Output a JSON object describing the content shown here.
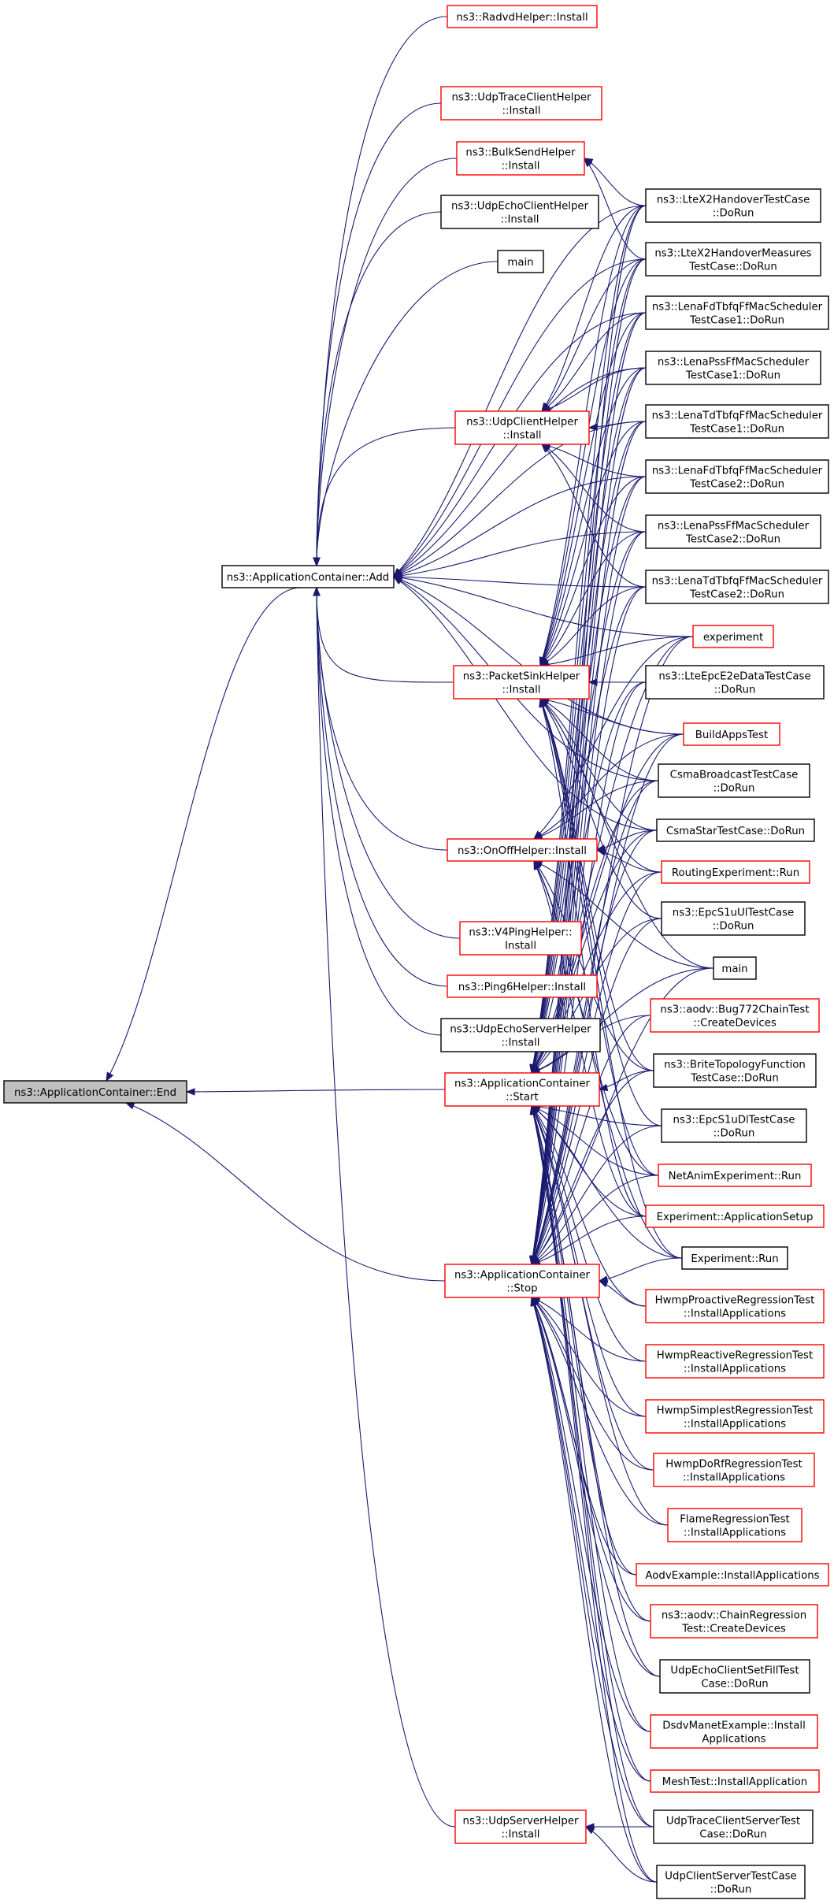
{
  "nodes": [
    {
      "id": "end",
      "lines": [
        "ns3::ApplicationContainer::End"
      ],
      "style": "root"
    },
    {
      "id": "add",
      "lines": [
        "ns3::ApplicationContainer::Add"
      ],
      "style": "black"
    },
    {
      "id": "start",
      "lines": [
        "ns3::ApplicationContainer",
        "::Start"
      ],
      "style": "red"
    },
    {
      "id": "stop",
      "lines": [
        "ns3::ApplicationContainer",
        "::Stop"
      ],
      "style": "red"
    },
    {
      "id": "radvd",
      "lines": [
        "ns3::RadvdHelper::Install"
      ],
      "style": "red"
    },
    {
      "id": "udptrace",
      "lines": [
        "ns3::UdpTraceClientHelper",
        "::Install"
      ],
      "style": "red"
    },
    {
      "id": "bulk",
      "lines": [
        "ns3::BulkSendHelper",
        "::Install"
      ],
      "style": "red"
    },
    {
      "id": "udpechoclient",
      "lines": [
        "ns3::UdpEchoClientHelper",
        "::Install"
      ],
      "style": "black"
    },
    {
      "id": "main1",
      "lines": [
        "main"
      ],
      "style": "black"
    },
    {
      "id": "udpclient",
      "lines": [
        "ns3::UdpClientHelper",
        "::Install"
      ],
      "style": "red"
    },
    {
      "id": "packetsink",
      "lines": [
        "ns3::PacketSinkHelper",
        "::Install"
      ],
      "style": "red"
    },
    {
      "id": "onoff",
      "lines": [
        "ns3::OnOffHelper::Install"
      ],
      "style": "red"
    },
    {
      "id": "v4ping",
      "lines": [
        "ns3::V4PingHelper::",
        "Install"
      ],
      "style": "red"
    },
    {
      "id": "ping6",
      "lines": [
        "ns3::Ping6Helper::Install"
      ],
      "style": "red"
    },
    {
      "id": "udpechoserver",
      "lines": [
        "ns3::UdpEchoServerHelper",
        "::Install"
      ],
      "style": "black"
    },
    {
      "id": "udpserver",
      "lines": [
        "ns3::UdpServerHelper",
        "::Install"
      ],
      "style": "red"
    },
    {
      "id": "ltex2",
      "lines": [
        "ns3::LteX2HandoverTestCase",
        "::DoRun"
      ],
      "style": "black"
    },
    {
      "id": "ltex2m",
      "lines": [
        "ns3::LteX2HandoverMeasures",
        "TestCase::DoRun"
      ],
      "style": "black"
    },
    {
      "id": "lenafd1",
      "lines": [
        "ns3::LenaFdTbfqFfMacScheduler",
        "TestCase1::DoRun"
      ],
      "style": "black"
    },
    {
      "id": "lenapss1",
      "lines": [
        "ns3::LenaPssFfMacScheduler",
        "TestCase1::DoRun"
      ],
      "style": "black"
    },
    {
      "id": "lenatd1",
      "lines": [
        "ns3::LenaTdTbfqFfMacScheduler",
        "TestCase1::DoRun"
      ],
      "style": "black"
    },
    {
      "id": "lenafd2",
      "lines": [
        "ns3::LenaFdTbfqFfMacScheduler",
        "TestCase2::DoRun"
      ],
      "style": "black"
    },
    {
      "id": "lenapss2",
      "lines": [
        "ns3::LenaPssFfMacScheduler",
        "TestCase2::DoRun"
      ],
      "style": "black"
    },
    {
      "id": "lenatd2",
      "lines": [
        "ns3::LenaTdTbfqFfMacScheduler",
        "TestCase2::DoRun"
      ],
      "style": "black"
    },
    {
      "id": "experiment",
      "lines": [
        "experiment"
      ],
      "style": "red"
    },
    {
      "id": "lteepc",
      "lines": [
        "ns3::LteEpcE2eDataTestCase",
        "::DoRun"
      ],
      "style": "black"
    },
    {
      "id": "buildapps",
      "lines": [
        "BuildAppsTest"
      ],
      "style": "red"
    },
    {
      "id": "csmabcast",
      "lines": [
        "CsmaBroadcastTestCase",
        "::DoRun"
      ],
      "style": "black"
    },
    {
      "id": "csmastar",
      "lines": [
        "CsmaStarTestCase::DoRun"
      ],
      "style": "black"
    },
    {
      "id": "routing",
      "lines": [
        "RoutingExperiment::Run"
      ],
      "style": "red"
    },
    {
      "id": "epcul",
      "lines": [
        "ns3::EpcS1uUlTestCase",
        "::DoRun"
      ],
      "style": "black"
    },
    {
      "id": "main2",
      "lines": [
        "main"
      ],
      "style": "black"
    },
    {
      "id": "bug772",
      "lines": [
        "ns3::aodv::Bug772ChainTest",
        "::CreateDevices"
      ],
      "style": "red"
    },
    {
      "id": "brite",
      "lines": [
        "ns3::BriteTopologyFunction",
        "TestCase::DoRun"
      ],
      "style": "black"
    },
    {
      "id": "epcdl",
      "lines": [
        "ns3::EpcS1uDlTestCase",
        "::DoRun"
      ],
      "style": "black"
    },
    {
      "id": "netanim",
      "lines": [
        "NetAnimExperiment::Run"
      ],
      "style": "red"
    },
    {
      "id": "expsetup",
      "lines": [
        "Experiment::ApplicationSetup"
      ],
      "style": "red"
    },
    {
      "id": "exprun",
      "lines": [
        "Experiment::Run"
      ],
      "style": "black"
    },
    {
      "id": "hwmpproact",
      "lines": [
        "HwmpProactiveRegressionTest",
        "::InstallApplications"
      ],
      "style": "red"
    },
    {
      "id": "hwmpreact",
      "lines": [
        "HwmpReactiveRegressionTest",
        "::InstallApplications"
      ],
      "style": "red"
    },
    {
      "id": "hwmpsimple",
      "lines": [
        "HwmpSimplestRegressionTest",
        "::InstallApplications"
      ],
      "style": "red"
    },
    {
      "id": "hwmpdorf",
      "lines": [
        "HwmpDoRfRegressionTest",
        "::InstallApplications"
      ],
      "style": "red"
    },
    {
      "id": "flame",
      "lines": [
        "FlameRegressionTest",
        "::InstallApplications"
      ],
      "style": "red"
    },
    {
      "id": "aodvex",
      "lines": [
        "AodvExample::InstallApplications"
      ],
      "style": "red"
    },
    {
      "id": "aodvchain",
      "lines": [
        "ns3::aodv::ChainRegression",
        "Test::CreateDevices"
      ],
      "style": "red"
    },
    {
      "id": "udpechofill",
      "lines": [
        "UdpEchoClientSetFillTest",
        "Case::DoRun"
      ],
      "style": "black"
    },
    {
      "id": "dsdv",
      "lines": [
        "DsdvManetExample::Install",
        "Applications"
      ],
      "style": "red"
    },
    {
      "id": "meshtest",
      "lines": [
        "MeshTest::InstallApplication"
      ],
      "style": "red"
    },
    {
      "id": "udptracecs",
      "lines": [
        "UdpTraceClientServerTest",
        "Case::DoRun"
      ],
      "style": "black"
    },
    {
      "id": "udpclientcs",
      "lines": [
        "UdpClientServerTestCase",
        "::DoRun"
      ],
      "style": "black"
    }
  ],
  "edges": [
    [
      "add",
      "end"
    ],
    [
      "start",
      "end"
    ],
    [
      "stop",
      "end"
    ],
    [
      "radvd",
      "add"
    ],
    [
      "udptrace",
      "add"
    ],
    [
      "bulk",
      "add"
    ],
    [
      "udpechoclient",
      "add"
    ],
    [
      "main1",
      "add"
    ],
    [
      "udpclient",
      "add"
    ],
    [
      "packetsink",
      "add"
    ],
    [
      "onoff",
      "add"
    ],
    [
      "v4ping",
      "add"
    ],
    [
      "ping6",
      "add"
    ],
    [
      "udpechoserver",
      "add"
    ],
    [
      "udpserver",
      "add"
    ],
    [
      "ltex2",
      "add"
    ],
    [
      "ltex2m",
      "add"
    ],
    [
      "lenafd1",
      "add"
    ],
    [
      "lenapss1",
      "add"
    ],
    [
      "lenatd1",
      "add"
    ],
    [
      "lenafd2",
      "add"
    ],
    [
      "lenapss2",
      "add"
    ],
    [
      "lenatd2",
      "add"
    ],
    [
      "experiment",
      "add"
    ],
    [
      "buildapps",
      "add"
    ],
    [
      "csmabcast",
      "add"
    ],
    [
      "csmastar",
      "add"
    ],
    [
      "ltex2",
      "bulk"
    ],
    [
      "ltex2m",
      "bulk"
    ],
    [
      "ltex2",
      "udpclient"
    ],
    [
      "ltex2m",
      "udpclient"
    ],
    [
      "lenafd1",
      "udpclient"
    ],
    [
      "lenapss1",
      "udpclient"
    ],
    [
      "lenatd1",
      "udpclient"
    ],
    [
      "lenafd2",
      "udpclient"
    ],
    [
      "lenapss2",
      "udpclient"
    ],
    [
      "lenatd2",
      "udpclient"
    ],
    [
      "ltex2",
      "packetsink"
    ],
    [
      "ltex2m",
      "packetsink"
    ],
    [
      "lenafd1",
      "packetsink"
    ],
    [
      "lenapss1",
      "packetsink"
    ],
    [
      "lenatd1",
      "packetsink"
    ],
    [
      "lenafd2",
      "packetsink"
    ],
    [
      "lenapss2",
      "packetsink"
    ],
    [
      "lenatd2",
      "packetsink"
    ],
    [
      "experiment",
      "packetsink"
    ],
    [
      "lteepc",
      "packetsink"
    ],
    [
      "buildapps",
      "packetsink"
    ],
    [
      "csmabcast",
      "packetsink"
    ],
    [
      "csmastar",
      "packetsink"
    ],
    [
      "routing",
      "packetsink"
    ],
    [
      "epcul",
      "packetsink"
    ],
    [
      "main2",
      "packetsink"
    ],
    [
      "brite",
      "packetsink"
    ],
    [
      "epcdl",
      "packetsink"
    ],
    [
      "netanim",
      "packetsink"
    ],
    [
      "expsetup",
      "packetsink"
    ],
    [
      "exprun",
      "packetsink"
    ],
    [
      "experiment",
      "onoff"
    ],
    [
      "buildapps",
      "onoff"
    ],
    [
      "csmabcast",
      "onoff"
    ],
    [
      "csmastar",
      "onoff"
    ],
    [
      "routing",
      "onoff"
    ],
    [
      "main2",
      "onoff"
    ],
    [
      "brite",
      "onoff"
    ],
    [
      "netanim",
      "onoff"
    ],
    [
      "expsetup",
      "onoff"
    ],
    [
      "exprun",
      "onoff"
    ],
    [
      "ltex2",
      "start"
    ],
    [
      "ltex2m",
      "start"
    ],
    [
      "lenafd1",
      "start"
    ],
    [
      "lenapss1",
      "start"
    ],
    [
      "lenatd1",
      "start"
    ],
    [
      "lenafd2",
      "start"
    ],
    [
      "lenapss2",
      "start"
    ],
    [
      "lenatd2",
      "start"
    ],
    [
      "experiment",
      "start"
    ],
    [
      "lteepc",
      "start"
    ],
    [
      "buildapps",
      "start"
    ],
    [
      "csmabcast",
      "start"
    ],
    [
      "csmastar",
      "start"
    ],
    [
      "routing",
      "start"
    ],
    [
      "epcul",
      "start"
    ],
    [
      "main2",
      "start"
    ],
    [
      "bug772",
      "start"
    ],
    [
      "brite",
      "start"
    ],
    [
      "epcdl",
      "start"
    ],
    [
      "netanim",
      "start"
    ],
    [
      "expsetup",
      "start"
    ],
    [
      "exprun",
      "start"
    ],
    [
      "hwmpproact",
      "start"
    ],
    [
      "hwmpreact",
      "start"
    ],
    [
      "hwmpsimple",
      "start"
    ],
    [
      "hwmpdorf",
      "start"
    ],
    [
      "flame",
      "start"
    ],
    [
      "aodvex",
      "start"
    ],
    [
      "aodvchain",
      "start"
    ],
    [
      "udpechofill",
      "start"
    ],
    [
      "dsdv",
      "start"
    ],
    [
      "meshtest",
      "start"
    ],
    [
      "udptracecs",
      "start"
    ],
    [
      "udpclientcs",
      "start"
    ],
    [
      "ltex2",
      "stop"
    ],
    [
      "ltex2m",
      "stop"
    ],
    [
      "lenafd1",
      "stop"
    ],
    [
      "lenapss1",
      "stop"
    ],
    [
      "lenatd1",
      "stop"
    ],
    [
      "lenafd2",
      "stop"
    ],
    [
      "lenapss2",
      "stop"
    ],
    [
      "lenatd2",
      "stop"
    ],
    [
      "experiment",
      "stop"
    ],
    [
      "lteepc",
      "stop"
    ],
    [
      "buildapps",
      "stop"
    ],
    [
      "csmabcast",
      "stop"
    ],
    [
      "csmastar",
      "stop"
    ],
    [
      "routing",
      "stop"
    ],
    [
      "epcul",
      "stop"
    ],
    [
      "main2",
      "stop"
    ],
    [
      "bug772",
      "stop"
    ],
    [
      "brite",
      "stop"
    ],
    [
      "epcdl",
      "stop"
    ],
    [
      "netanim",
      "stop"
    ],
    [
      "expsetup",
      "stop"
    ],
    [
      "exprun",
      "stop"
    ],
    [
      "hwmpproact",
      "stop"
    ],
    [
      "hwmpreact",
      "stop"
    ],
    [
      "hwmpsimple",
      "stop"
    ],
    [
      "hwmpdorf",
      "stop"
    ],
    [
      "flame",
      "stop"
    ],
    [
      "aodvex",
      "stop"
    ],
    [
      "aodvchain",
      "stop"
    ],
    [
      "udpechofill",
      "stop"
    ],
    [
      "dsdv",
      "stop"
    ],
    [
      "meshtest",
      "stop"
    ],
    [
      "udptracecs",
      "stop"
    ],
    [
      "udpclientcs",
      "stop"
    ],
    [
      "udptracecs",
      "udpserver"
    ],
    [
      "udpclientcs",
      "udpserver"
    ]
  ]
}
